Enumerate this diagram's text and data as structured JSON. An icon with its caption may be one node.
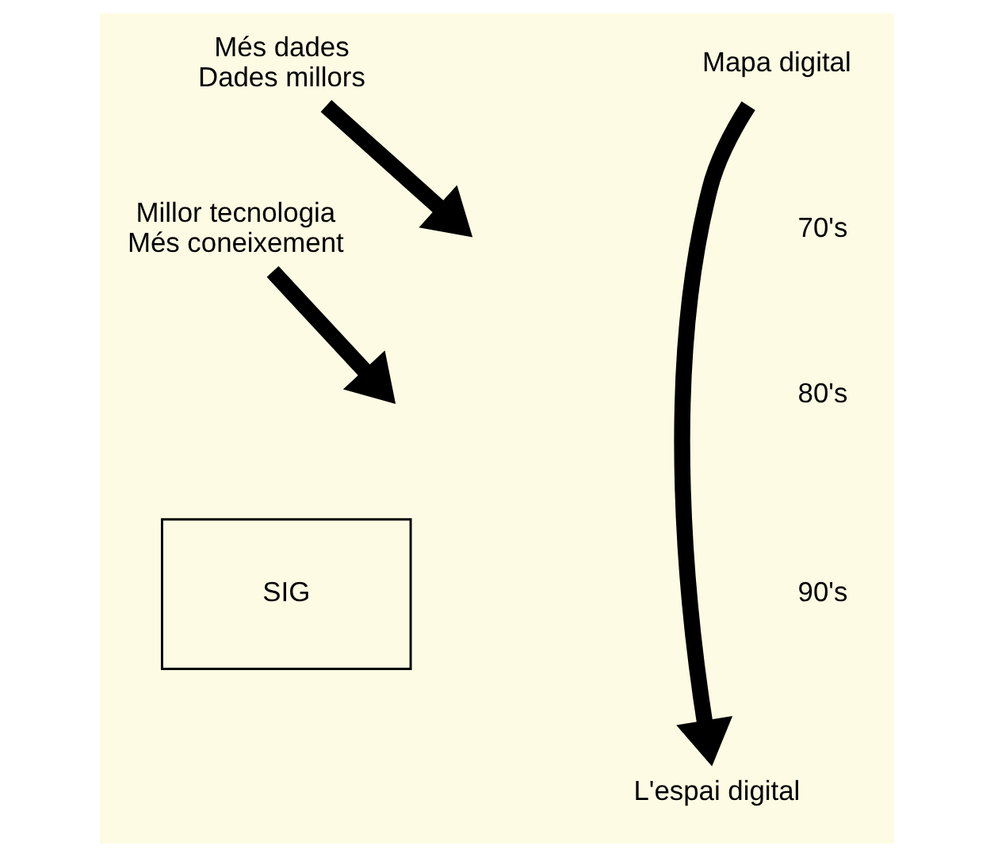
{
  "diagram": {
    "nodes": [
      {
        "text": [
          "Mapa digital"
        ]
      },
      {
        "text": [
          "SIG"
        ]
      },
      {
        "text": [
          "L'espai digital"
        ]
      },
      {
        "text": [
          "Més dades",
          "Dades millors"
        ]
      },
      {
        "text": [
          "Millor tecnologia",
          "Més coneixement"
        ]
      }
    ],
    "edges": [
      {
        "from": 0,
        "to": 2,
        "arrow": "to"
      },
      {
        "from": 3,
        "to": null,
        "arrow": "to"
      },
      {
        "from": 4,
        "to": null,
        "arrow": "to"
      }
    ],
    "labels": [
      "70's",
      "80's",
      "90's"
    ]
  }
}
